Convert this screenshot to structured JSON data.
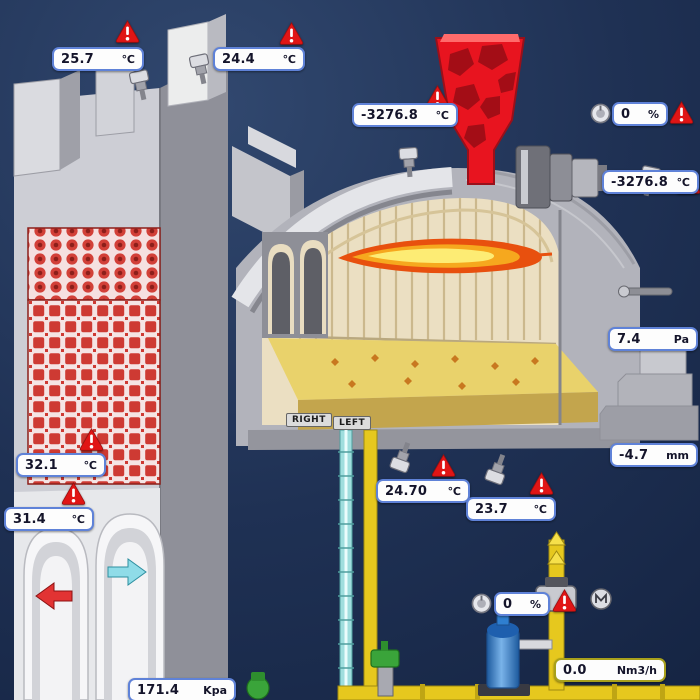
{
  "colors": {
    "alarm_red": "#e01515",
    "readout_border_blue": "#5f82d8",
    "readout_border_yellow": "#a8a01c",
    "hopper_red": "#e8141f",
    "pipe_yellow": "#e6c81e",
    "pipe_teal": "#9fdede",
    "pump_blue": "#2f7fd0",
    "valve_green": "#3aa43a"
  },
  "readouts": [
    {
      "id": "top-left-temp-1",
      "value": "25.7",
      "unit": "℃"
    },
    {
      "id": "top-left-temp-2",
      "value": "24.4",
      "unit": "℃"
    },
    {
      "id": "kiln-roof-temp",
      "value": "-3276.8",
      "unit": "℃"
    },
    {
      "id": "hopper-level",
      "value": "0",
      "unit": "%"
    },
    {
      "id": "right-temp",
      "value": "-3276.8",
      "unit": "℃"
    },
    {
      "id": "kiln-pressure",
      "value": "7.4",
      "unit": "Pa"
    },
    {
      "id": "right-level",
      "value": "-4.7",
      "unit": "mm"
    },
    {
      "id": "tower-temp-1",
      "value": "32.1",
      "unit": "℃"
    },
    {
      "id": "tower-temp-2",
      "value": "31.4",
      "unit": "℃"
    },
    {
      "id": "under-kiln-temp-1",
      "value": "24.70",
      "unit": "℃"
    },
    {
      "id": "under-kiln-temp-2",
      "value": "23.7",
      "unit": "℃"
    },
    {
      "id": "valve-position",
      "value": "0",
      "unit": "%"
    },
    {
      "id": "gas-flow",
      "value": "0.0",
      "unit": "Nm3/h"
    },
    {
      "id": "bottom-pressure",
      "value": "171.4",
      "unit": "Kpa"
    }
  ],
  "tags": {
    "right": "RIGHT",
    "left": "LEFT"
  }
}
